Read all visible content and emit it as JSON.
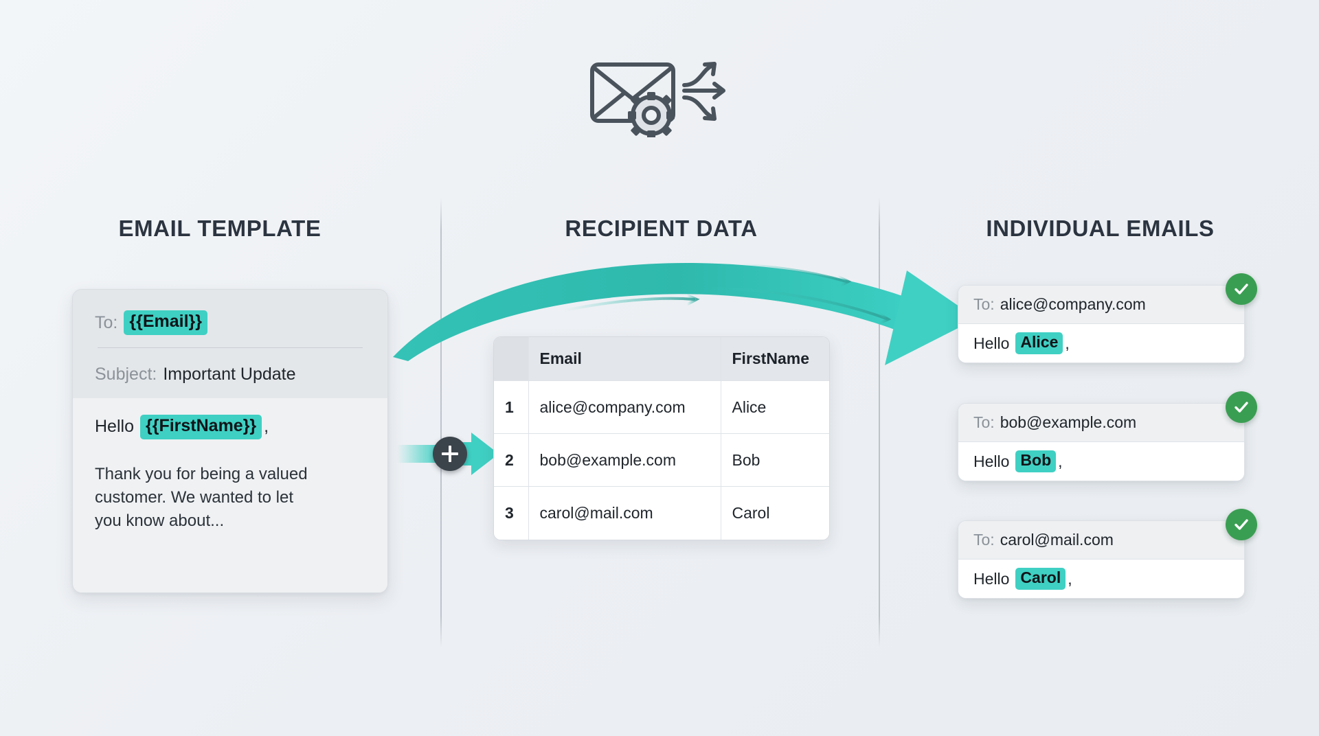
{
  "background_color": "#eff2f5",
  "accent_color": "#3fd0c3",
  "success_color": "#3a9e52",
  "heading_color": "#2b3440",
  "header_icon": {
    "name": "envelope-gear-distribute-icon",
    "description": "envelope with gear and branching arrows"
  },
  "sections": {
    "template_title": "EMAIL TEMPLATE",
    "recipient_title": "RECIPIENT DATA",
    "emails_title": "INDIVIDUAL EMAILS"
  },
  "template": {
    "to_label": "To:",
    "to_token": "{{Email}}",
    "subject_label": "Subject:",
    "subject_value": "Important Update",
    "greeting_prefix": "Hello",
    "greeting_token": "{{FirstName}}",
    "greeting_comma": ",",
    "body_text": "Thank you for being a valued customer. We wanted to let you know about..."
  },
  "connector": {
    "plus_label": "+",
    "merge_arrow": "merge-arrow"
  },
  "recipients": {
    "columns": [
      "",
      "Email",
      "FirstName"
    ],
    "rows": [
      {
        "index": "1",
        "email": "alice@company.com",
        "first_name": "Alice"
      },
      {
        "index": "2",
        "email": "bob@example.com",
        "first_name": "Bob"
      },
      {
        "index": "3",
        "email": "carol@mail.com",
        "first_name": "Carol"
      }
    ]
  },
  "individual_emails": [
    {
      "to_label": "To:",
      "to_value": "alice@company.com",
      "greeting_prefix": "Hello",
      "greeting_name": "Alice",
      "greeting_comma": ",",
      "status": "sent"
    },
    {
      "to_label": "To:",
      "to_value": "bob@example.com",
      "greeting_prefix": "Hello",
      "greeting_name": "Bob",
      "greeting_comma": ",",
      "status": "sent"
    },
    {
      "to_label": "To:",
      "to_value": "carol@mail.com",
      "greeting_prefix": "Hello",
      "greeting_name": "Carol",
      "greeting_comma": ",",
      "status": "sent"
    }
  ]
}
